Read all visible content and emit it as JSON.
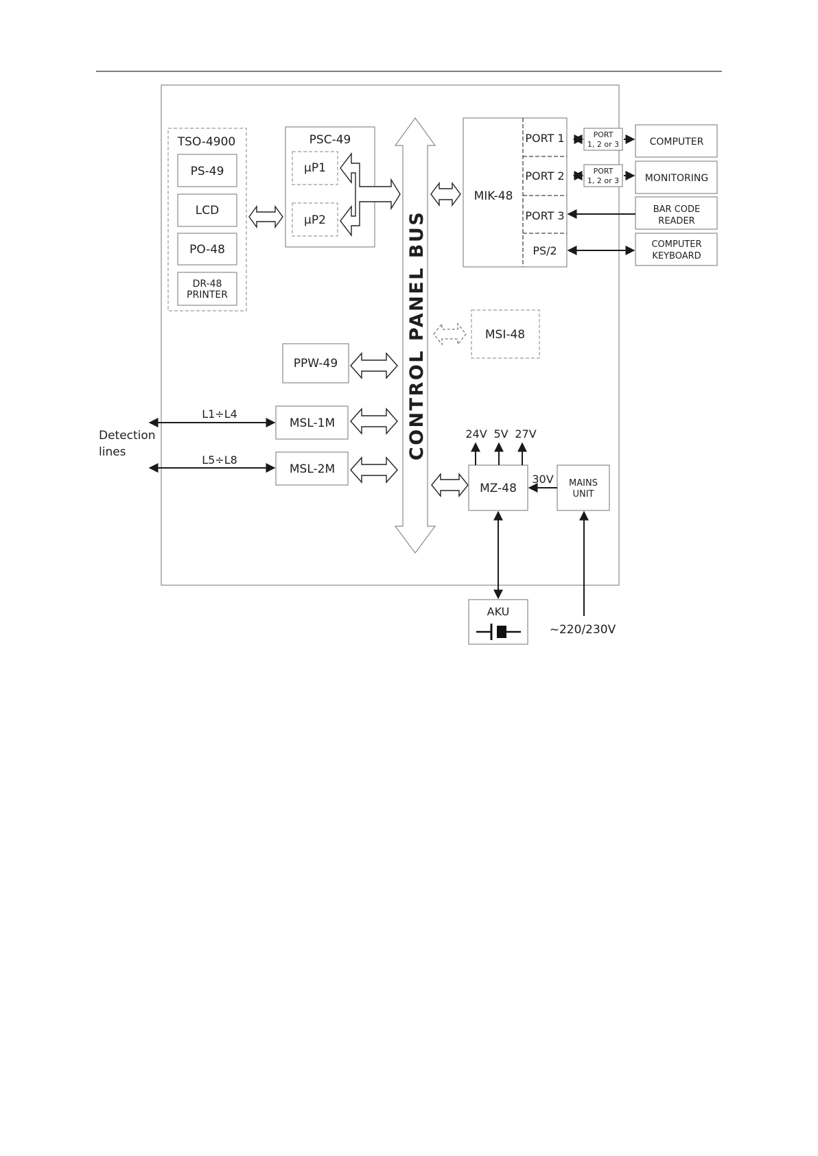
{
  "modules": {
    "tso": "TSO-4900",
    "ps49": "PS-49",
    "lcd": "LCD",
    "po48": "PO-48",
    "dr48_l1": "DR-48",
    "dr48_l2": "PRINTER",
    "psc49": "PSC-49",
    "up1": "µP1",
    "up2": "µP2",
    "bus": "CONTROL PANEL BUS",
    "mik48": "MIK-48",
    "port1": "PORT 1",
    "port2": "PORT 2",
    "port3": "PORT 3",
    "ps2": "PS/2",
    "msi48": "MSI-48",
    "ppw49": "PPW-49",
    "msl1m": "MSL-1M",
    "msl2m": "MSL-2M",
    "mz48": "MZ-48",
    "mains_l1": "MAINS",
    "mains_l2": "UNIT",
    "aku": "AKU"
  },
  "external": {
    "port_sel_l1": "PORT",
    "port_sel_l2": "1, 2 or 3",
    "computer": "COMPUTER",
    "monitoring": "MONITORING",
    "barcode_l1": "BAR CODE",
    "barcode_l2": "READER",
    "keyboard_l1": "COMPUTER",
    "keyboard_l2": "KEYBOARD"
  },
  "labels": {
    "l1l4": "L1÷L4",
    "l5l8": "L5÷L8",
    "detection_l1": "Detection",
    "detection_l2": "lines",
    "v24": "24V",
    "v5": "5V",
    "v27": "27V",
    "v30": "30V",
    "mains_voltage": "~220/230V"
  }
}
